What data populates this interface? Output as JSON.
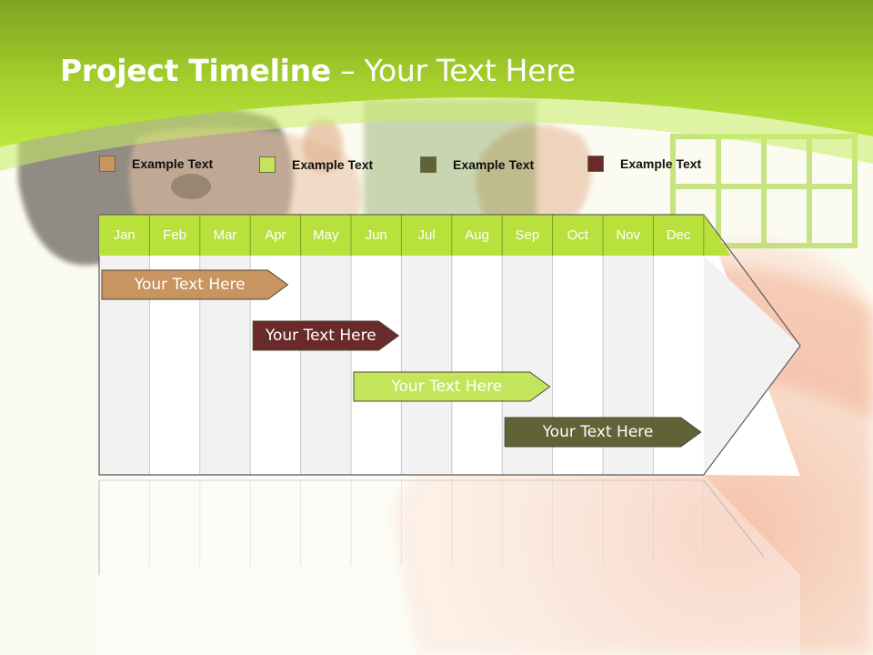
{
  "title": {
    "bold": "Project Timeline",
    "rest": " – Your Text Here"
  },
  "legend": [
    {
      "label": "Example Text",
      "color": "#c8945f"
    },
    {
      "label": "Example Text",
      "color": "#c2e55a"
    },
    {
      "label": "Example Text",
      "color": "#5f6335"
    },
    {
      "label": "Example Text",
      "color": "#6b2a2a"
    }
  ],
  "months": [
    "Jan",
    "Feb",
    "Mar",
    "Apr",
    "May",
    "Jun",
    "Jul",
    "Aug",
    "Sep",
    "Oct",
    "Nov",
    "Dec"
  ],
  "tasks": [
    {
      "label": "Your  Text Here",
      "start": 1,
      "end": 4.8,
      "color": "#c8945f",
      "text_color": "#ffffff"
    },
    {
      "label": "Your  Text Here",
      "start": 4,
      "end": 7,
      "color": "#6b2a2a",
      "text_color": "#ffffff"
    },
    {
      "label": "Your  Text Here",
      "start": 6,
      "end": 10,
      "color": "#c2e55a",
      "text_color": "#ffffff"
    },
    {
      "label": "Your  Text Here",
      "start": 9,
      "end": 13,
      "color": "#5f6335",
      "text_color": "#ffffff"
    }
  ],
  "colors": {
    "header_green": "#b8e13c",
    "column_alt": "#f2f2f2",
    "grid_line": "#c8c8c8"
  }
}
